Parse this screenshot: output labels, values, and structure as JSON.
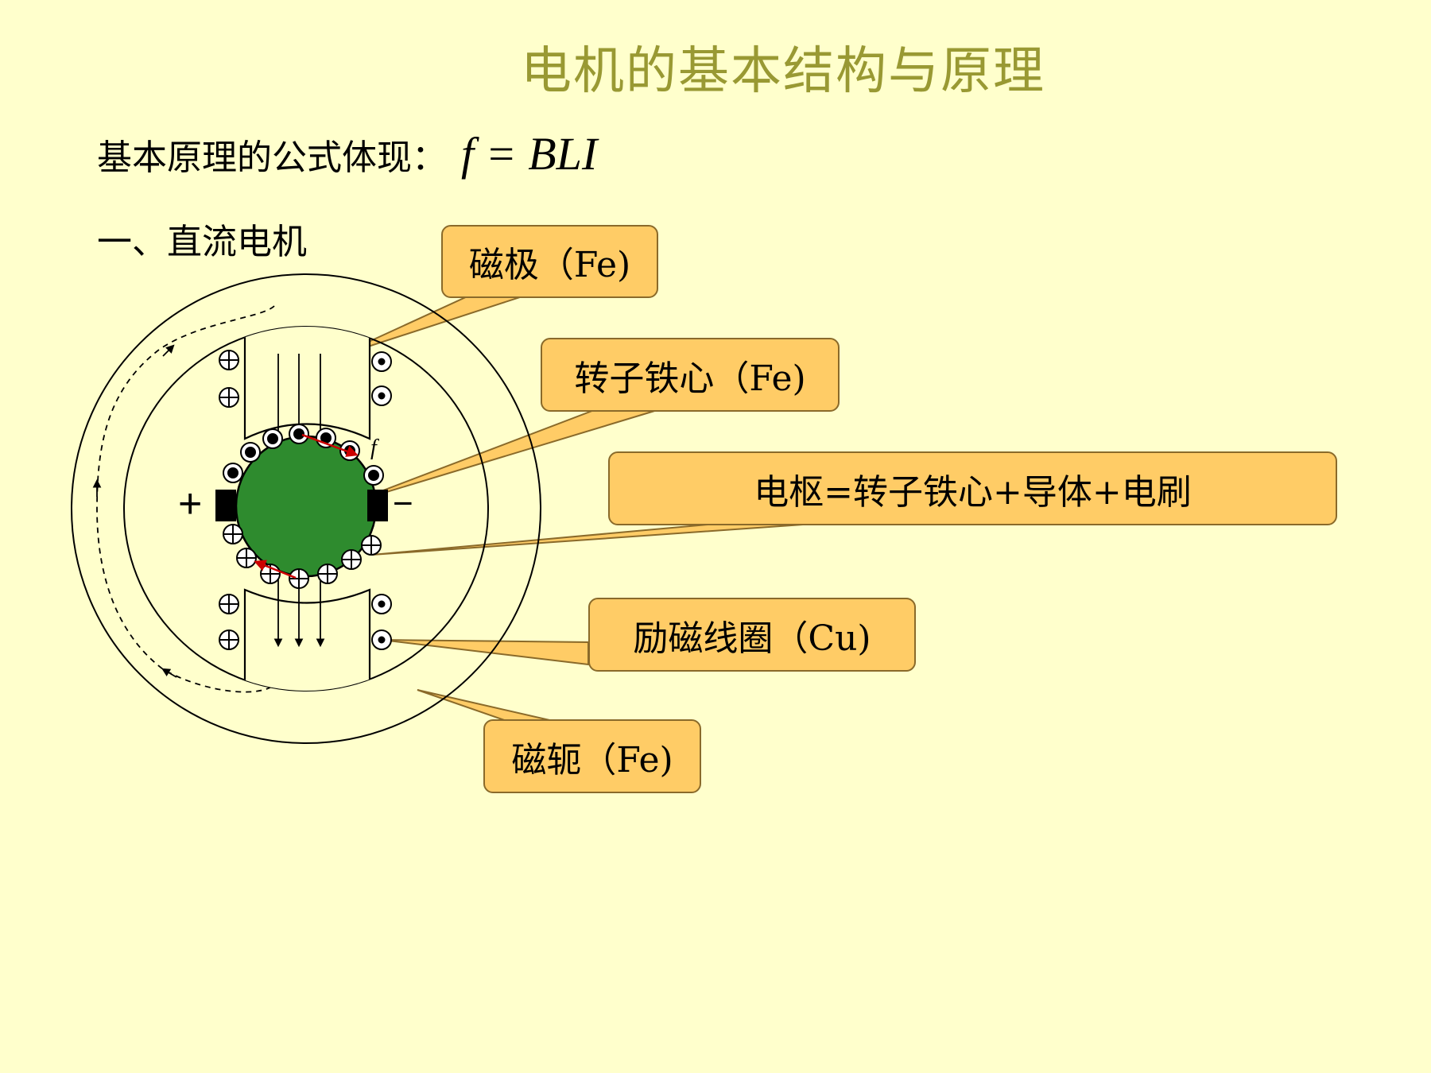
{
  "slide": {
    "title": "电机的基本结构与原理",
    "formula_label": "基本原理的公式体现：",
    "formula": "f = BLI",
    "section": "一、直流电机"
  },
  "diagram": {
    "brush_plus": "+",
    "brush_minus": "−",
    "force_label": "f",
    "callouts": {
      "pole": "磁极（Fe)",
      "rotor_core": "转子铁心（Fe)",
      "armature": "电枢=转子铁心+导体+电刷",
      "field_coil": "励磁线圈（Cu)",
      "yoke": "磁轭（Fe)"
    }
  },
  "colors": {
    "background": "#FFFFCC",
    "title": "#999933",
    "callout_fill": "#FFCC66",
    "rotor": "#2E8B2E",
    "force_arrow": "#CC0000"
  }
}
